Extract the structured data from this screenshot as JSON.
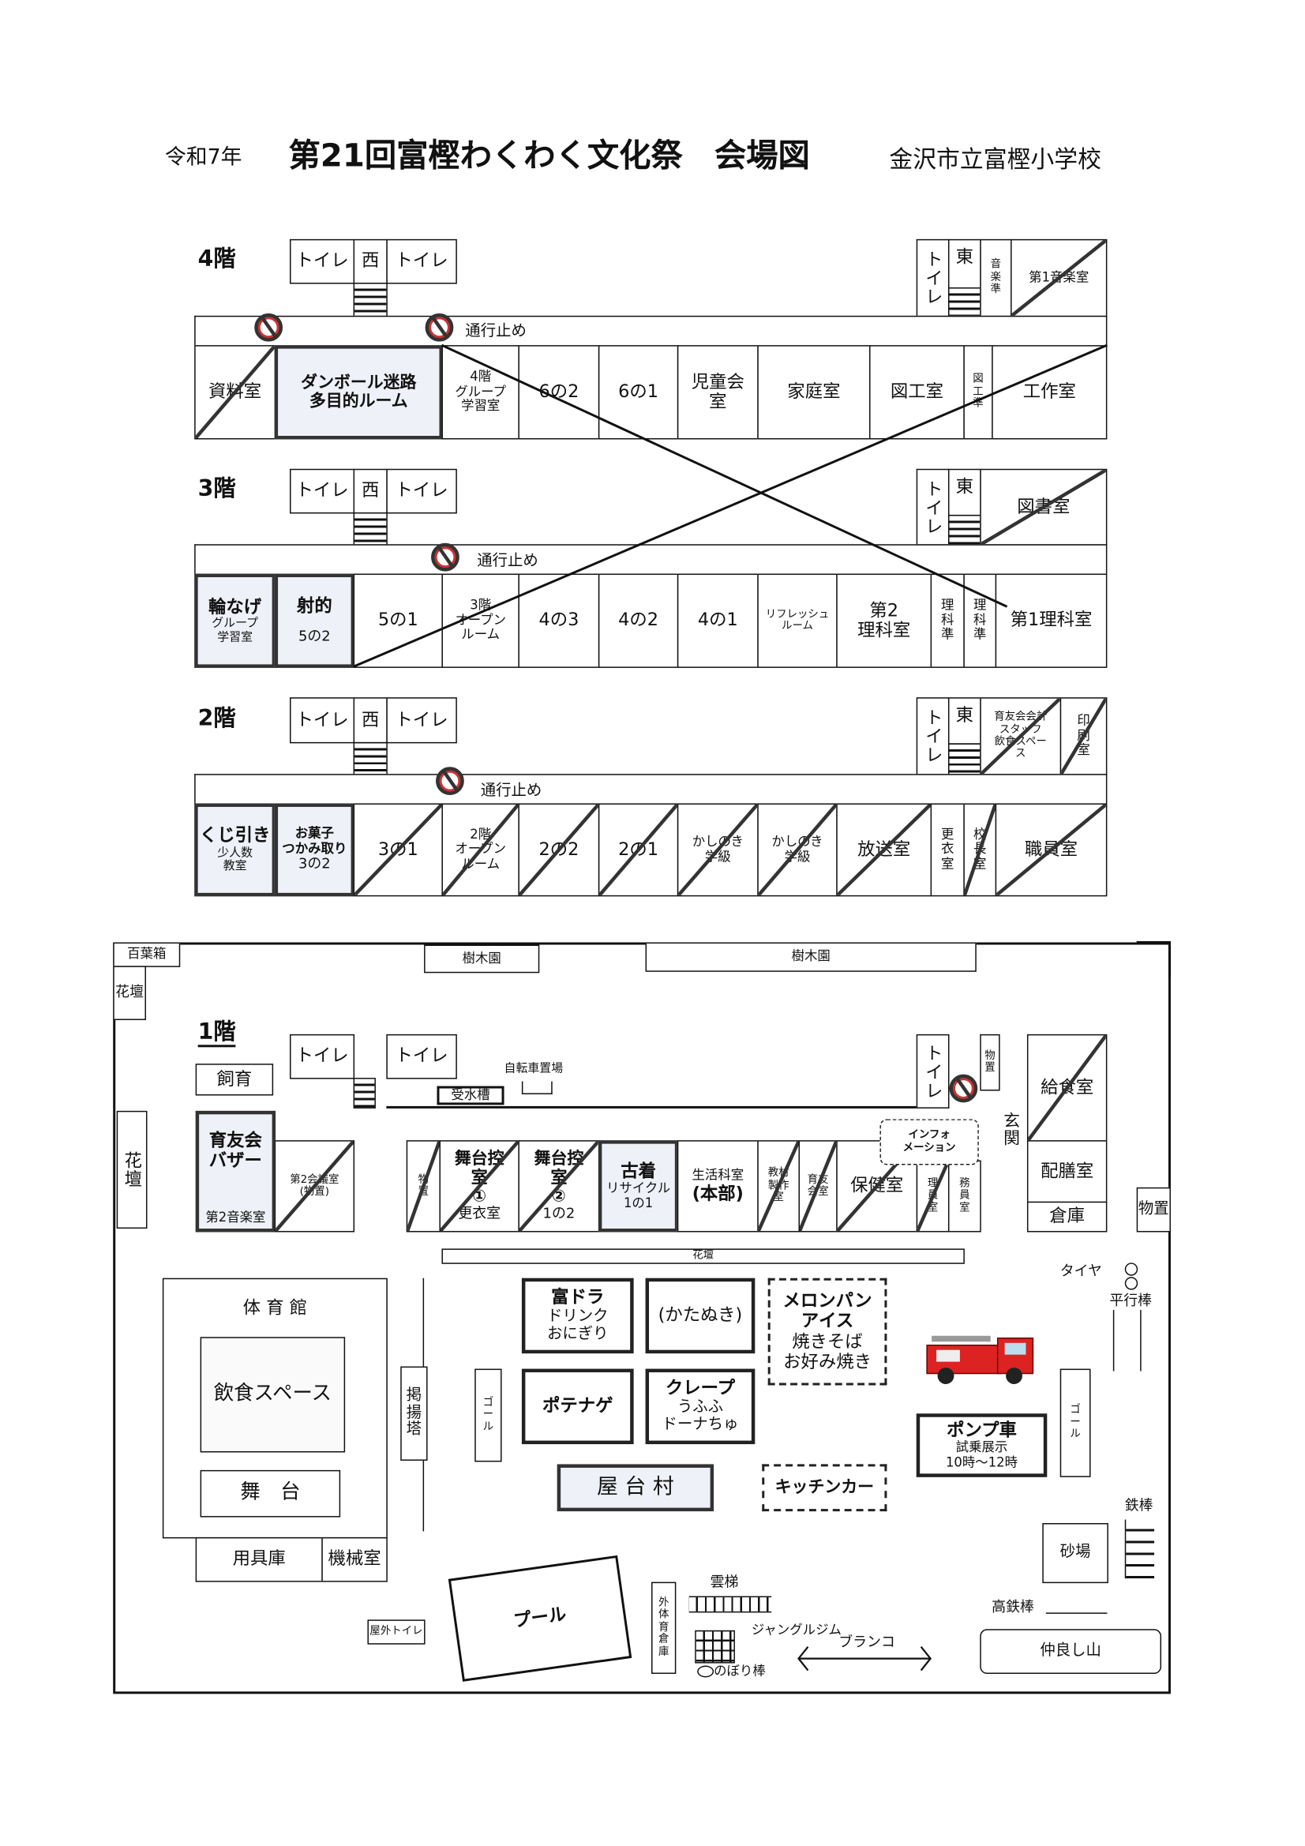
{
  "header": {
    "year": "令和7年",
    "title": "第21回富樫わくわく文化祭　会場図",
    "school": "金沢市立富樫小学校"
  },
  "common": {
    "toilet": "トイレ",
    "west": "西",
    "east": "東",
    "closed": "通行止め"
  },
  "f4": {
    "label": "4階",
    "music_prep": "音\n楽\n準",
    "music1": "第1音楽室",
    "rooms": [
      "資料室",
      "ダンボール迷路\n多目的ルーム",
      "4階\nグループ\n学習室",
      "6の2",
      "6の1",
      "児童会\n室",
      "家庭室",
      "図工室",
      "図\n工\n準",
      "工作室"
    ]
  },
  "f3": {
    "label": "3階",
    "library": "図書室",
    "rooms": [
      {
        "main": "輪なげ",
        "sub": "グループ\n学習室"
      },
      {
        "main": "射的",
        "sub": "5の2"
      },
      "5の1",
      "3階\nオープン\nルーム",
      "4の3",
      "4の2",
      "4の1",
      "リフレッシュ\nルーム",
      "第2\n理科室",
      "理\n科\n準",
      "理\n科\n準",
      "第1理科室"
    ]
  },
  "f2": {
    "label": "2階",
    "staff_space": "育友会会計\nスタッフ\n飲食スペー\nス",
    "print": "印\n刷\n室",
    "rooms": [
      {
        "main": "くじ引き",
        "sub": "少人数\n教室"
      },
      {
        "main": "お菓子\nつかみ取り",
        "sub": "3の2"
      },
      "3の1",
      "2階\nオープン\nルーム",
      "2の2",
      "2の1",
      "かしのき\n学級",
      "かしのき\n学級",
      "放送室",
      "更\n衣\n室",
      "校\n長\n室",
      "職員室"
    ]
  },
  "f1": {
    "label": "1階",
    "hyakuyobako": "百葉箱",
    "flowerbed": "花壇",
    "arboretum": "樹木園",
    "shiiku": "飼育",
    "water_tank": "受水槽",
    "bicycle": "自転車置場",
    "storage": "物置",
    "kyushoku": "給食室",
    "genkan": "玄関",
    "haizen": "配膳室",
    "souko": "倉庫",
    "info": "インフォ\nメーション",
    "bazaar": {
      "main": "育友会\nバザー",
      "sub": "第2音楽室"
    },
    "rooms": [
      "第2会議室\n(物置)",
      "物\n置",
      {
        "main": "舞台控\n室\n①",
        "sub": "更衣室"
      },
      {
        "main": "舞台控\n室\n②",
        "sub": "1の2"
      },
      {
        "main": "古着",
        "sub": "リサイクル\n1の1"
      },
      {
        "main": "生活科室",
        "sub": "(本部)"
      },
      "教材\n製作\n室",
      "育友\n会室",
      "保健室",
      "理\n員\n室",
      "務\n員\n室"
    ],
    "gym": "体 育 館",
    "eating": "飲食スペース",
    "stage": "舞　台",
    "equipment": "用具庫",
    "machine": "機械室",
    "flagpole": "掲\n揚\n塔",
    "goal": "ゴ\nー\nル",
    "booths": {
      "tomidora": [
        "富ドラ",
        "ドリンク\nおにぎり"
      ],
      "katanuki": "(かたぬき)",
      "melonpan": "メロンパン\nアイス",
      "melonpan_sub": "焼きそば\nお好み焼き",
      "potenage": "ポテナゲ",
      "crepe": [
        "クレープ",
        "うふふ\nドーナちゅ"
      ],
      "yataimura": "屋 台 村",
      "kitchencar": "キッチンカー",
      "pump": [
        "ポンプ車",
        "試乗展示\n10時～12時"
      ]
    },
    "tire": "タイヤ",
    "parallel_bar": "平行棒",
    "iron_bar": "鉄棒",
    "sandbox": "砂場",
    "high_bar": "高鉄棒",
    "nakayoshi": "仲良し山",
    "pool": "プール",
    "outdoor_toilet": "屋外トイレ",
    "outdoor_storage": "外\n体\n育\n倉\n庫",
    "monkey_bars": "雲梯",
    "jungle_gym": "ジャングルジム",
    "climbing_pole": "のぼり棒",
    "swing": "ブランコ"
  },
  "colors": {
    "shade": "#eef1f8",
    "noentry": "#c33"
  }
}
